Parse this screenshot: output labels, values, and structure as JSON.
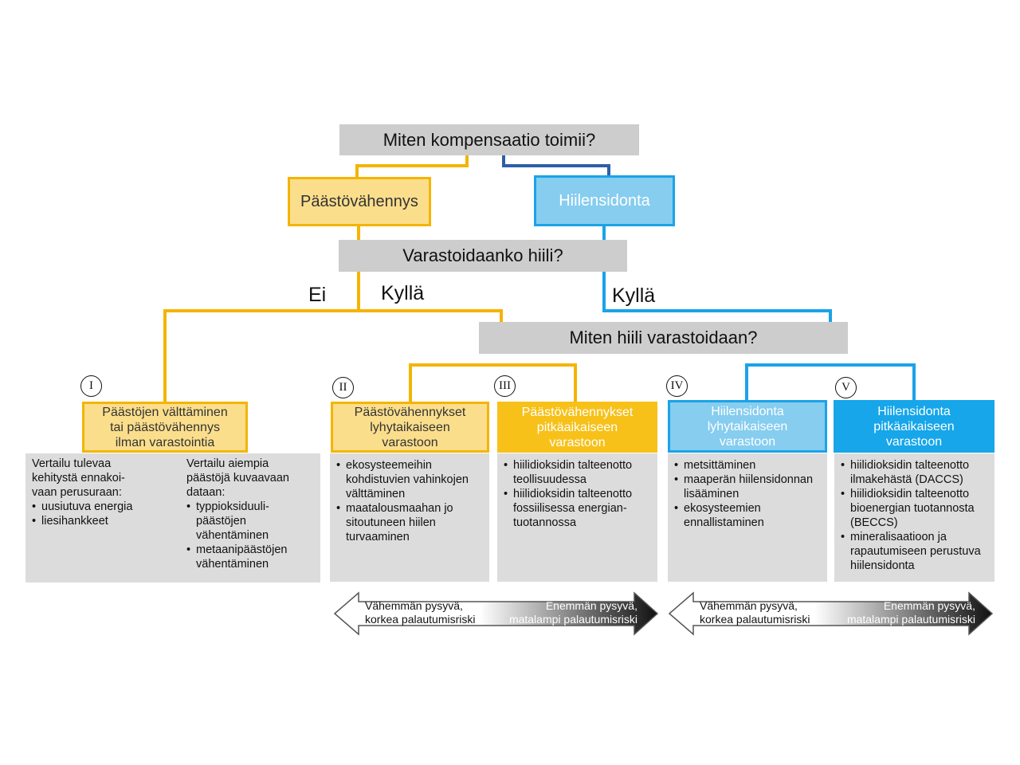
{
  "colors": {
    "yellow": "#f5b400",
    "yellow_light": "#fbde8c",
    "yellow_fill": "#f7c11a",
    "blue": "#1aa3e8",
    "blue_dark": "#2d5fa8",
    "blue_light": "#86cdef",
    "blue_fill": "#16a6e9",
    "gray": "#cdcdcd",
    "panel_gray": "#dcdcdc"
  },
  "question1": "Miten kompensaatio toimii?",
  "cat_reduction": "Päästövähennys",
  "cat_removal": "Hiilensidonta",
  "question2": "Varastoidaanko hiili?",
  "answer_no": "Ei",
  "answer_yes_left": "Kyllä",
  "answer_yes_right": "Kyllä",
  "question3": "Miten hiili varastoidaan?",
  "categories": [
    {
      "num": "I",
      "title": "Päästöjen välttäminen\ntai päästövähennys\nilman varastointia"
    },
    {
      "num": "II",
      "title": "Päästövähennykset\nlyhytaikaiseen\nvarastoon"
    },
    {
      "num": "III",
      "title": "Päästövähennykset\npitkäaikaiseen\nvarastoon"
    },
    {
      "num": "IV",
      "title": "Hiilensidonta\nlyhytaikaiseen\nvarastoon"
    },
    {
      "num": "V",
      "title": "Hiilensidonta\npitkäaikaiseen\nvarastoon"
    }
  ],
  "panel1": {
    "col1_intro": "Vertailu tulevaa\nkehitystä ennakoi-\nvaan perusuraan:",
    "col1_items": [
      "uusiutuva energia",
      "liesihankkeet"
    ],
    "col2_intro": "Vertailu aiempia\npäästöjä kuvaavaan\ndataan:",
    "col2_items": [
      "typpioksiduuli-\npäästöjen\nvähentäminen",
      "metaanipäästöjen\nvähentäminen"
    ]
  },
  "panel2_items": [
    "ekosysteemeihin\nkohdistuvien vahinkojen\nvälttäminen",
    "maatalousmaahan jo\nsitoutuneen hiilen\nturvaaminen"
  ],
  "panel3_items": [
    "hiilidioksidin talteenotto\nteollisuudessa",
    "hiilidioksidin talteenotto\nfossiilisessa energian-\ntuotannossa"
  ],
  "panel4_items": [
    "metsittäminen",
    "maaperän hiilensidonnan\nlisääminen",
    "ekosysteemien\nennallistaminen"
  ],
  "panel5_items": [
    "hiilidioksidin talteenotto\nilmakehästä (DACCS)",
    "hiilidioksidin talteenotto\nbioenergian tuotannosta\n(BECCS)",
    "mineralisaatioon ja\nrapautumiseen perustuva\nhiilensidonta"
  ],
  "arrow_left_text": "Vähemmän pysyvä,\nkorkea palautumisriski",
  "arrow_right_text": "Enemmän pysyvä,\nmatalampi palautumisriski"
}
